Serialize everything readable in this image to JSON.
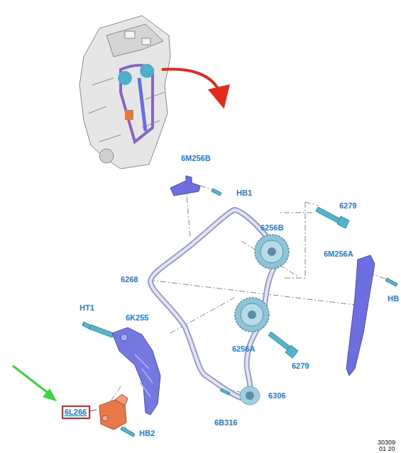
{
  "diagram": {
    "nodes": [
      {
        "text": [
          "6L266"
        ]
      }
    ],
    "edges": [],
    "labels": [
      "6M256B",
      "HB1",
      "6279",
      "6256B",
      "6M256A",
      "HB",
      "6268",
      "HT1",
      "6K255",
      "6256A",
      "6279",
      "6306",
      "6B316",
      "HB2",
      "30309",
      "01 20"
    ]
  }
}
